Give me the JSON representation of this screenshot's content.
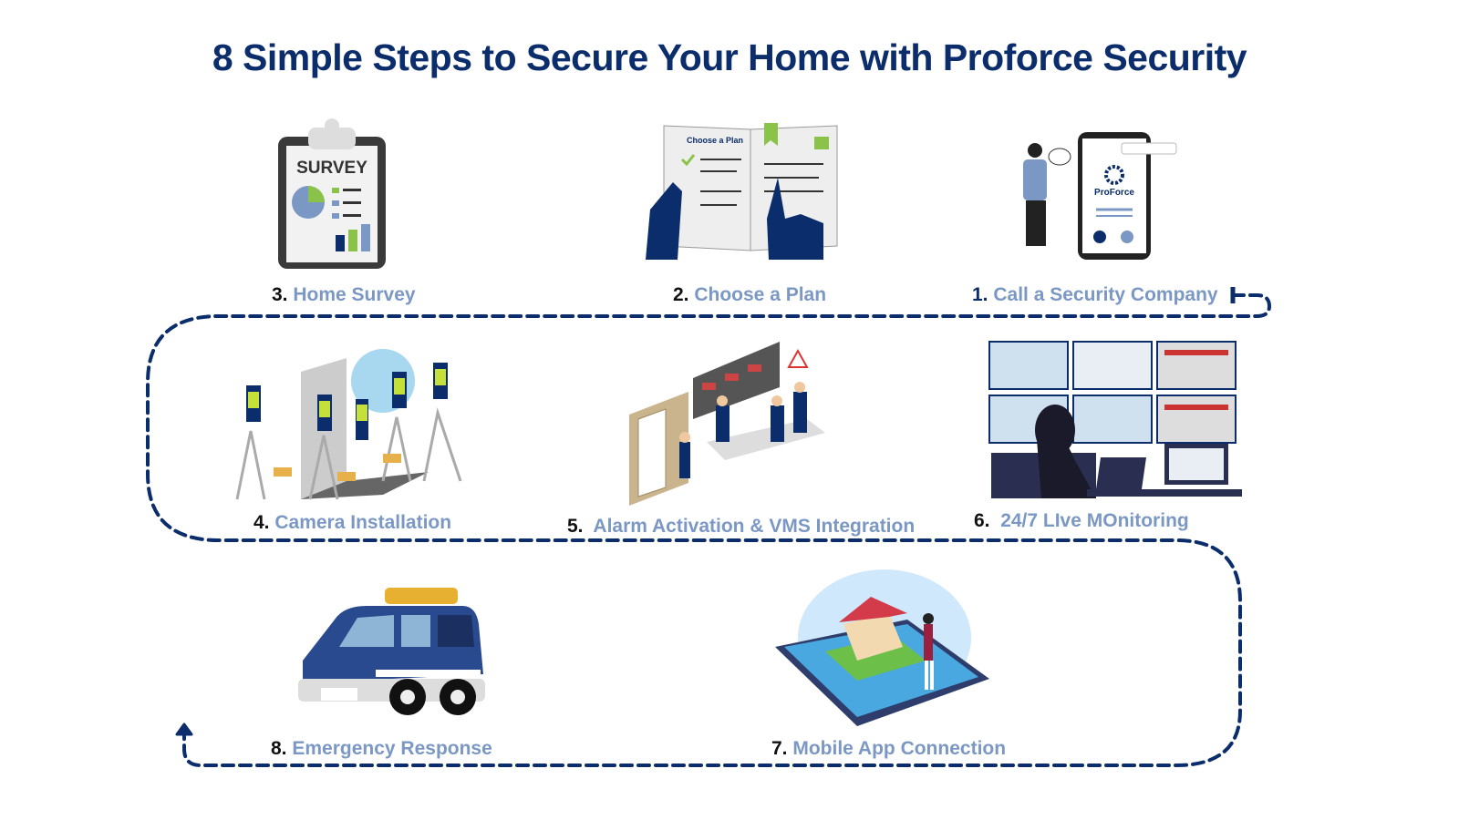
{
  "title": "8 Simple Steps to Secure Your Home with Proforce Security",
  "steps": [
    {
      "number": "1.",
      "label": "Call a Security Company",
      "icon": "phone-call-icon"
    },
    {
      "number": "2.",
      "label": "Choose a Plan",
      "icon": "plan-book-icon"
    },
    {
      "number": "3.",
      "label": "Home Survey",
      "icon": "survey-clipboard-icon"
    },
    {
      "number": "4.",
      "label": "Camera Installation",
      "icon": "camera-installation-icon"
    },
    {
      "number": "5.",
      "label": "Alarm Activation & VMS Integration",
      "icon": "control-room-icon"
    },
    {
      "number": "6.",
      "label": "24/7 LIve MOnitoring",
      "icon": "monitoring-screens-icon"
    },
    {
      "number": "7.",
      "label": "Mobile App Connection",
      "icon": "mobile-app-home-icon"
    },
    {
      "number": "8.",
      "label": "Emergency Response",
      "icon": "security-vehicle-icon"
    }
  ],
  "illustration_text": {
    "survey": "SURVEY",
    "plan": "Choose a Plan",
    "brand": "ProForce"
  },
  "colors": {
    "title": "#0b2d6b",
    "label": "#7b98c4",
    "path": "#0b2d6b"
  }
}
